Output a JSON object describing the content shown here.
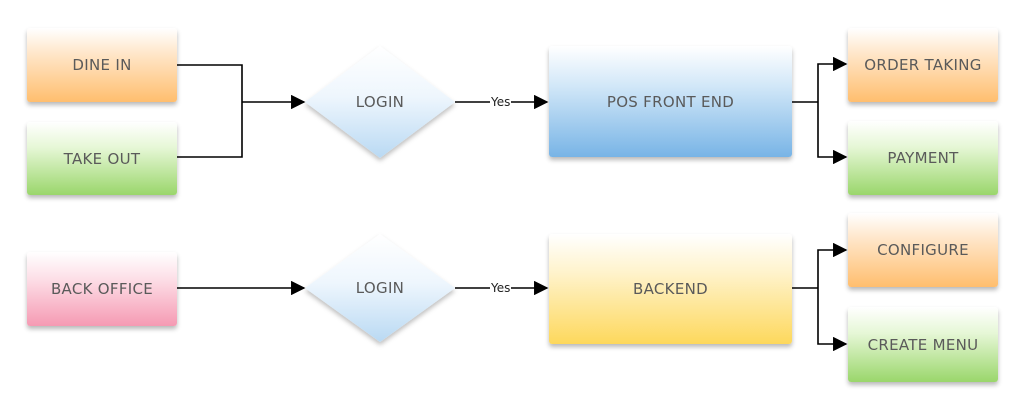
{
  "nodes": {
    "dine_in": "DINE IN",
    "take_out": "TAKE OUT",
    "back_office": "BACK OFFICE",
    "login_top": "LOGIN",
    "login_bottom": "LOGIN",
    "pos_front_end": "POS FRONT END",
    "backend": "BACKEND",
    "order_taking": "ORDER TAKING",
    "payment": "PAYMENT",
    "configure": "CONFIGURE",
    "create_menu": "CREATE MENU"
  },
  "edges": {
    "yes_top": "Yes",
    "yes_bottom": "Yes"
  },
  "colors": {
    "orange": "#ffbe6e",
    "green": "#9ad66b",
    "pink": "#f59ab3",
    "blue": "#78b4e6",
    "yellow": "#fdd85c",
    "connector": "#000000"
  }
}
